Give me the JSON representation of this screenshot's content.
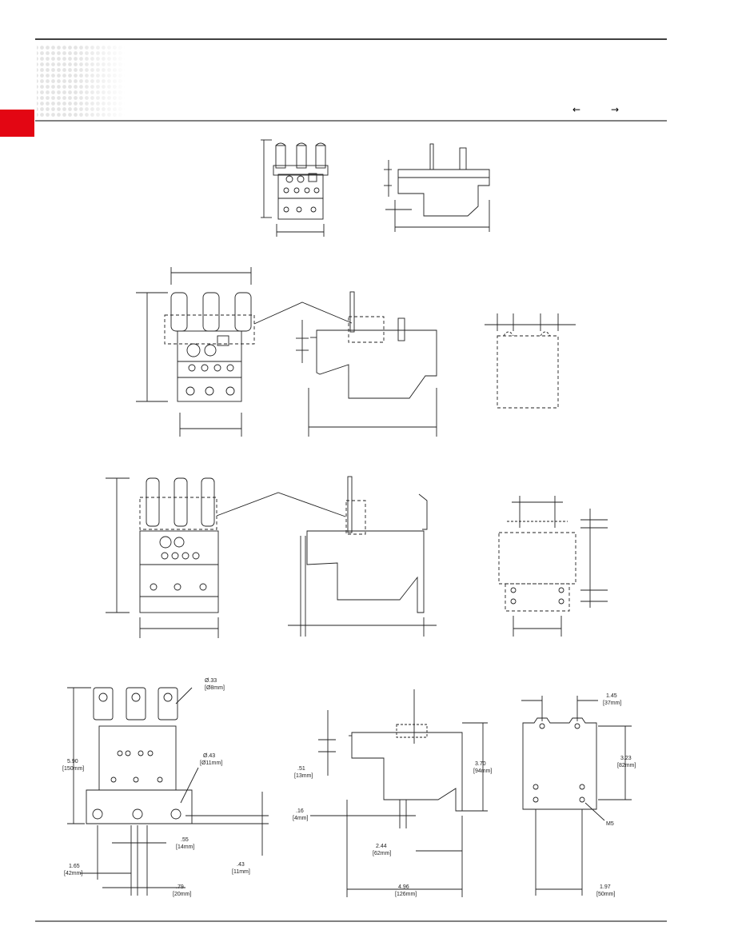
{
  "header": {
    "accent_color": "#e30613",
    "arrow_left_glyph": "←",
    "arrow_right_glyph": "→"
  },
  "dimensions": {
    "hole_top_in": "Ø.33",
    "hole_top_mm": "[Ø8mm]",
    "hole_bottom_in": "Ø.43",
    "hole_bottom_mm": "[Ø11mm]",
    "overall_height_in": "5.90",
    "overall_height_mm": "[150mm]",
    "terminal_pitch_in": ".55",
    "terminal_pitch_mm": "[14mm]",
    "left_width_in": "1.65",
    "left_width_mm": "[42mm]",
    "center_to_edge_in": ".79",
    "center_to_edge_mm": "[20mm]",
    "bottom_offset_in": ".43",
    "bottom_offset_mm": "[11mm]",
    "top_offset_in": ".51",
    "top_offset_mm": "[13mm]",
    "pin_in": ".16",
    "pin_mm": "[4mm]",
    "side_height_in": "3.70",
    "side_height_mm": "[94mm]",
    "side_offset_in": "2.44",
    "side_offset_mm": "[62mm]",
    "side_depth_in": "4.96",
    "side_depth_mm": "[126mm]",
    "mount_top_in": "1.45",
    "mount_top_mm": "[37mm]",
    "mount_vert_in": "3.23",
    "mount_vert_mm": "[82mm]",
    "screw_label": "M5",
    "mount_bottom_in": "1.97",
    "mount_bottom_mm": "[50mm]"
  }
}
